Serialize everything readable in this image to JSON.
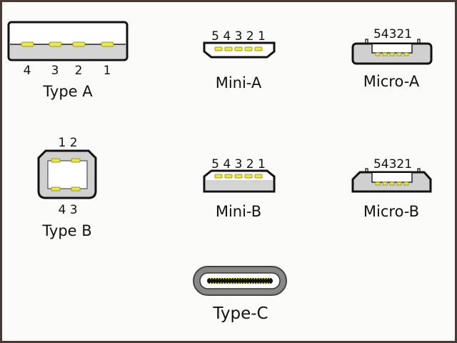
{
  "connectors": {
    "type_a": {
      "label": "Type A",
      "pins": [
        "4",
        "3",
        "2",
        "1"
      ]
    },
    "mini_a": {
      "label": "Mini-A",
      "pins": "5 4 3 2 1"
    },
    "micro_a": {
      "label": "Micro-A",
      "pins": "54321"
    },
    "type_b": {
      "label": "Type B",
      "pins_top": "1 2",
      "pins_bottom": "4 3"
    },
    "mini_b": {
      "label": "Mini-B",
      "pins": "5 4 3 2 1"
    },
    "micro_b": {
      "label": "Micro-B",
      "pins": "54321"
    },
    "type_c": {
      "label": "Type-C"
    }
  },
  "colors": {
    "pin": "#e8e84a",
    "body": "#d0d0d0",
    "outline": "#111111",
    "frame": "#4a3a36"
  }
}
